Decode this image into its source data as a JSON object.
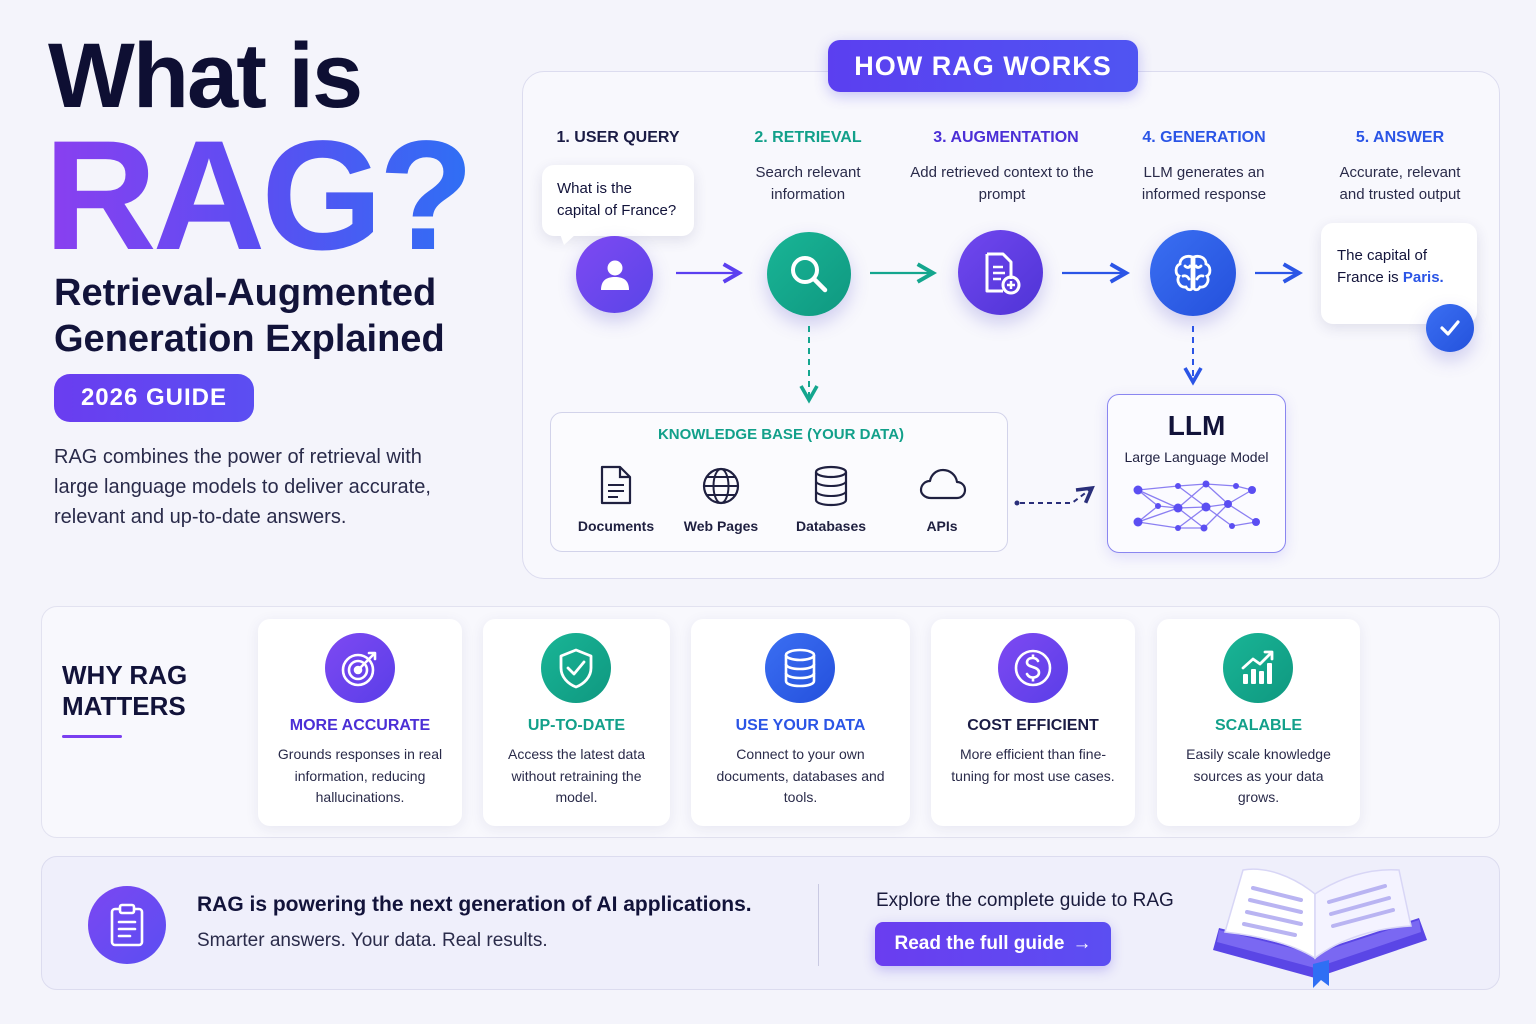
{
  "hero": {
    "title_line1": "What is",
    "title_line2": "RAG?",
    "subtitle": "Retrieval-Augmented Generation Explained",
    "badge": "2026 GUIDE",
    "description": "RAG combines the power of retrieval with large language models to deliver accurate, relevant and up-to-date answers."
  },
  "how": {
    "title": "HOW RAG WORKS",
    "steps": [
      {
        "heading": "1. USER QUERY",
        "description": "",
        "color": "#1b1c45",
        "icon": "user-icon"
      },
      {
        "heading": "2. RETRIEVAL",
        "description": "Search relevant information",
        "color": "#12a08a",
        "icon": "search-icon"
      },
      {
        "heading": "3. AUGMENTATION",
        "description": "Add retrieved context to the prompt",
        "color": "#4b2fd6",
        "icon": "document-plus-icon"
      },
      {
        "heading": "4. GENERATION",
        "description": "LLM generates an informed response",
        "color": "#2b55e6",
        "icon": "brain-icon"
      },
      {
        "heading": "5. ANSWER",
        "description": "Accurate, relevant and trusted output",
        "color": "#2b55e6",
        "icon": "check-icon"
      }
    ],
    "query_bubble": "What is the capital of France?",
    "answer_prefix": "The capital of France is ",
    "answer_highlight": "Paris.",
    "knowledge_base": {
      "title": "KNOWLEDGE BASE (YOUR DATA)",
      "items": [
        {
          "label": "Documents",
          "icon": "document-icon"
        },
        {
          "label": "Web Pages",
          "icon": "globe-icon"
        },
        {
          "label": "Databases",
          "icon": "database-icon"
        },
        {
          "label": "APIs",
          "icon": "cloud-icon"
        }
      ]
    },
    "llm": {
      "title": "LLM",
      "subtitle": "Large Language Model"
    }
  },
  "why": {
    "title_line1": "WHY RAG",
    "title_line2": "MATTERS",
    "cards": [
      {
        "title": "MORE ACCURATE",
        "description": "Grounds responses in real information, reducing hallucinations.",
        "color": "#4b2fd6",
        "icon": "target-icon"
      },
      {
        "title": "UP-TO-DATE",
        "description": "Access the latest data without retraining the model.",
        "color": "#12a08a",
        "icon": "shield-check-icon"
      },
      {
        "title": "USE YOUR DATA",
        "description": "Connect to your own documents, databases and tools.",
        "color": "#2b55e6",
        "icon": "database-icon"
      },
      {
        "title": "COST EFFICIENT",
        "description": "More efficient than fine-tuning for most use cases.",
        "color": "#1b1c45",
        "icon": "dollar-icon"
      },
      {
        "title": "SCALABLE",
        "description": "Easily scale knowledge sources as your data grows.",
        "color": "#12a08a",
        "icon": "growth-chart-icon"
      }
    ]
  },
  "bottom": {
    "headline": "RAG is powering the next generation of AI applications.",
    "subline": "Smarter answers. Your data. Real results.",
    "explore": "Explore the complete guide to RAG",
    "cta_label": "Read the full guide",
    "cta_arrow": "→"
  },
  "colors": {
    "purple": "#6a3df0",
    "teal": "#14a68e",
    "blue": "#2b62e6",
    "navy": "#12133a"
  }
}
